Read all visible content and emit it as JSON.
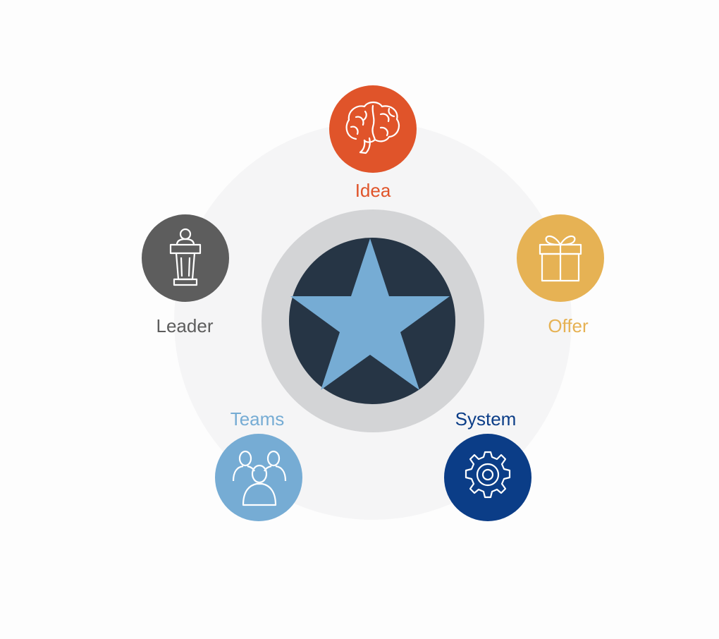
{
  "colors": {
    "background": "#fdfdfd",
    "halo": "#f5f5f6",
    "center_ring": "#d3d4d6",
    "center_fill": "#263545",
    "star": "#76acd4"
  },
  "center": {
    "icon": "star-icon"
  },
  "nodes": [
    {
      "key": "idea",
      "label": "Idea",
      "icon": "brain-icon",
      "color": "#e0542a",
      "label_color": "#e0542a"
    },
    {
      "key": "offer",
      "label": "Offer",
      "icon": "gift-icon",
      "color": "#e6b254",
      "label_color": "#e6b254"
    },
    {
      "key": "system",
      "label": "System",
      "icon": "gear-icon",
      "color": "#0b3d87",
      "label_color": "#0b3d87"
    },
    {
      "key": "teams",
      "label": "Teams",
      "icon": "people-icon",
      "color": "#76acd4",
      "label_color": "#76acd4"
    },
    {
      "key": "leader",
      "label": "Leader",
      "icon": "podium-icon",
      "color": "#5d5d5d",
      "label_color": "#5d5d5d"
    }
  ]
}
